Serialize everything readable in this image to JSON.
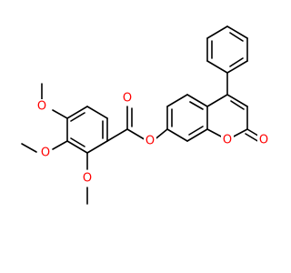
{
  "molecule": {
    "atoms": [
      {
        "id": "O_ester",
        "label": "O",
        "color": "#ff0000"
      },
      {
        "id": "O_carbonyl_ester",
        "label": "O",
        "color": "#ff0000"
      },
      {
        "id": "O_ring",
        "label": "O",
        "color": "#ff0000"
      },
      {
        "id": "O_lactone",
        "label": "O",
        "color": "#ff0000"
      },
      {
        "id": "O_methoxy_top",
        "label": "O",
        "color": "#ff0000"
      },
      {
        "id": "O_methoxy_mid",
        "label": "O",
        "color": "#ff0000"
      },
      {
        "id": "O_methoxy_bottom",
        "label": "O",
        "color": "#ff0000"
      }
    ],
    "bond_color": "#000000"
  }
}
